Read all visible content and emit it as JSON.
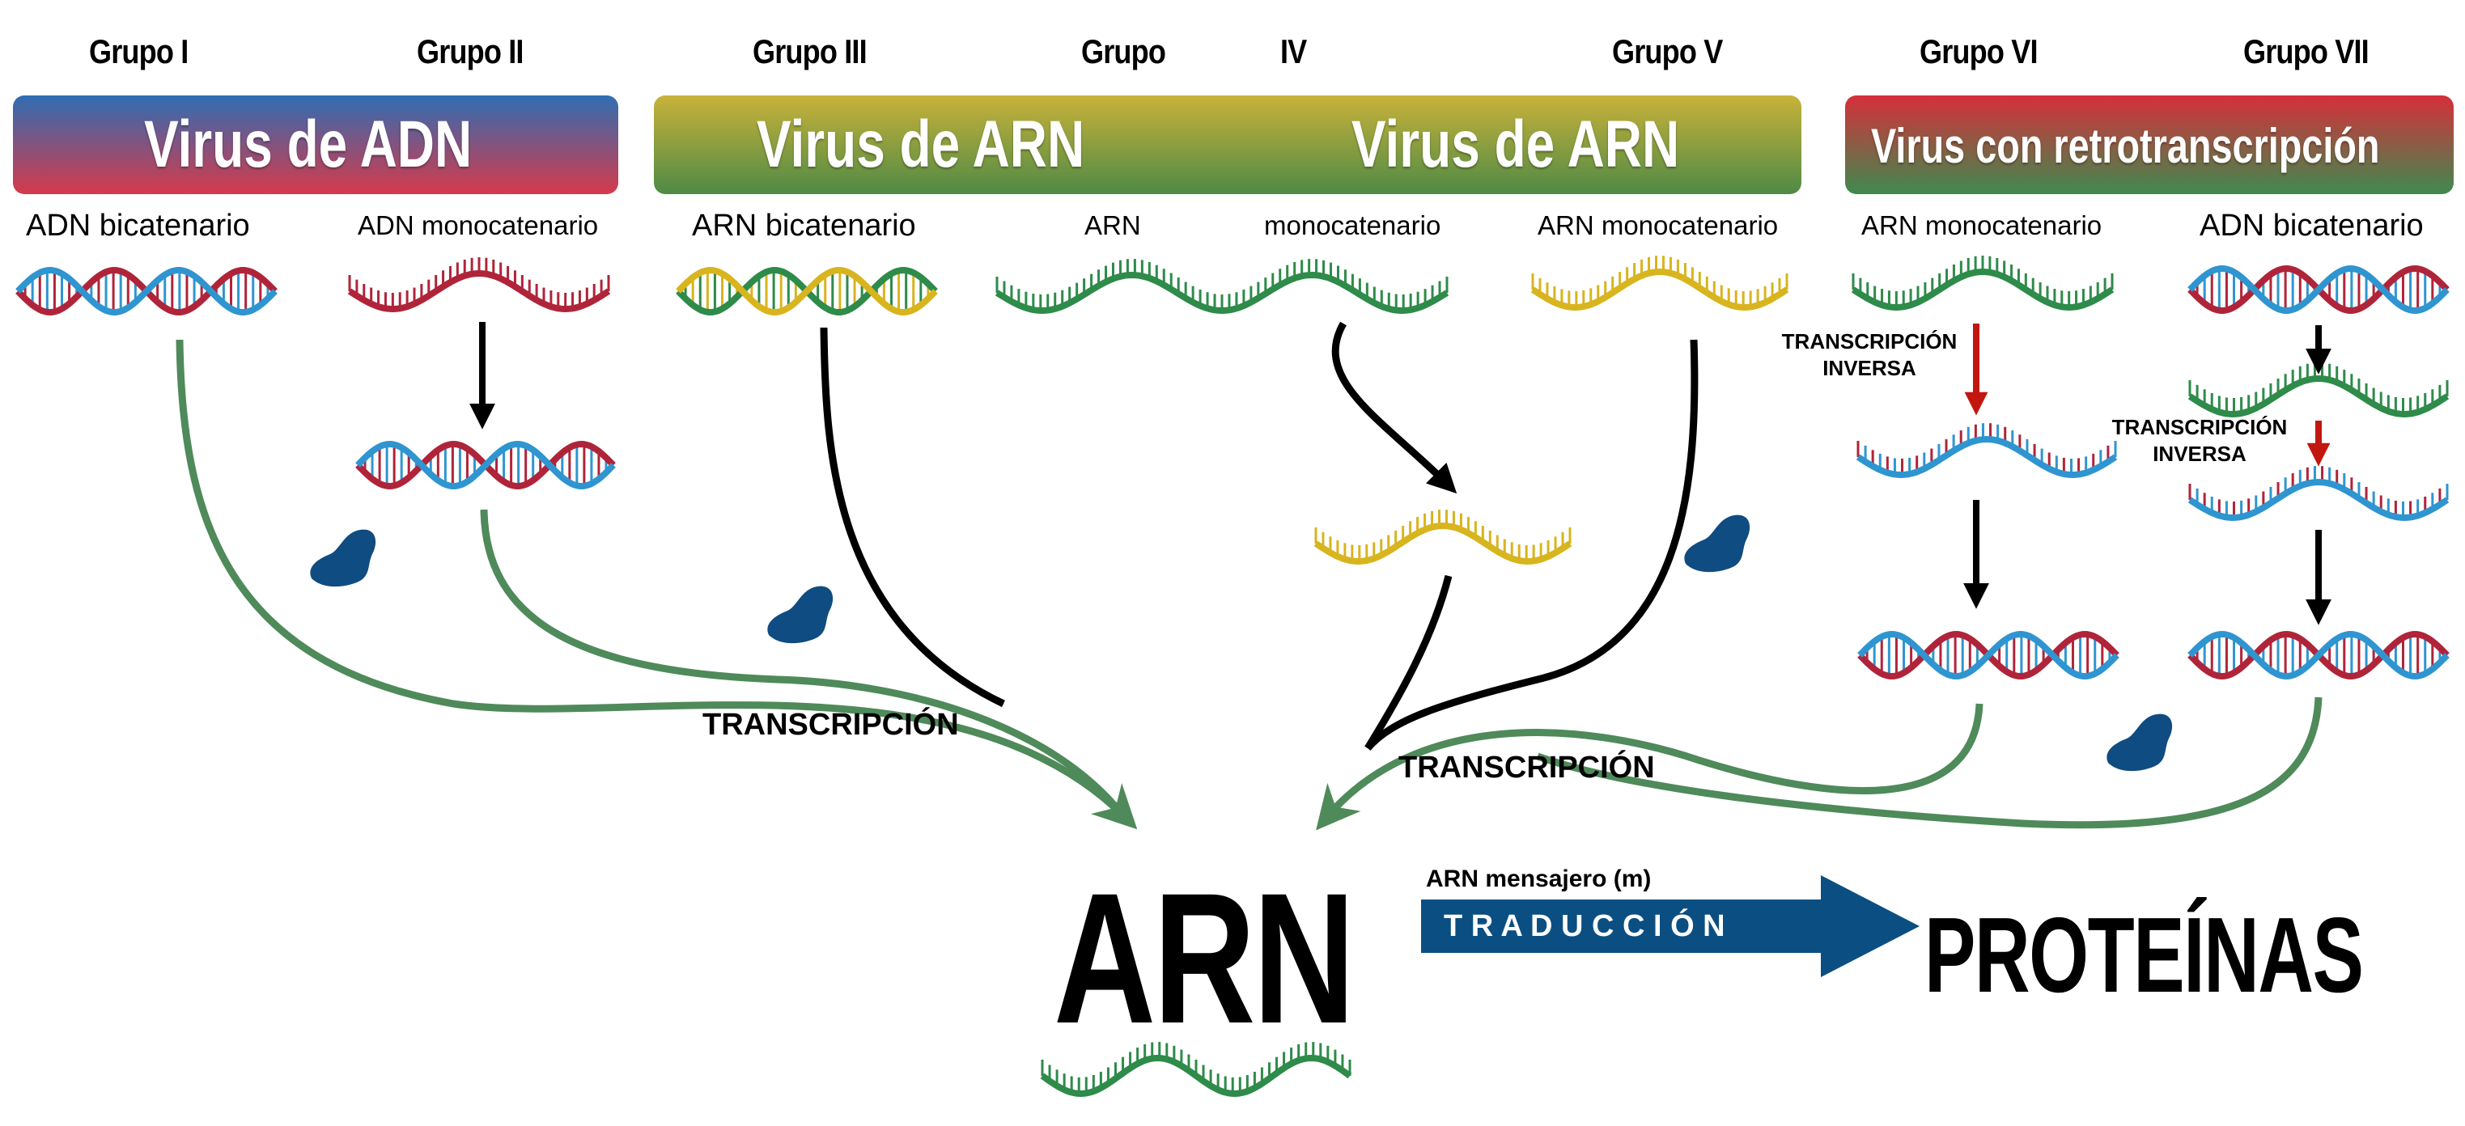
{
  "groups": {
    "g1": "Grupo I",
    "g2": "Grupo II",
    "g3": "Grupo III",
    "g4a": "Grupo",
    "g4b": "IV",
    "g5": "Grupo V",
    "g6": "Grupo VI",
    "g7": "Grupo VII"
  },
  "banners": {
    "dna": "Virus de ADN",
    "rna_left": "Virus de ARN",
    "rna_right": "Virus de ARN",
    "retro": "Virus con retrotranscripción"
  },
  "genomes": {
    "g1": "ADN bicatenario",
    "g2": "ADN monocatenario",
    "g3": "ARN bicatenario",
    "g4a": "ARN",
    "g4b": "monocatenario",
    "g5": "ARN monocatenario",
    "g6": "ARN monocatenario",
    "g7": "ADN bicatenario"
  },
  "processes": {
    "transcription_left": "TRANSCRIPCIÓN",
    "transcription_right": "TRANSCRIPCIÓN",
    "reverse_g6_line1": "TRANSCRIPCIÓN",
    "reverse_g6_line2": "INVERSA",
    "reverse_g7_line1": "TRANSCRIPCIÓN",
    "reverse_g7_line2": "INVERSA",
    "mrna": "ARN mensajero (m)",
    "translation": "T R A D U C C I Ó N"
  },
  "center": {
    "arn": "ARN",
    "proteins": "PROTEÍNAS"
  },
  "colors": {
    "dna_banner": [
      "#2f6db3",
      "#d63a4a"
    ],
    "rna_banner": [
      "#c8b23a",
      "#4f8a45"
    ],
    "retro_banner": [
      "#d62f3a",
      "#3f8a4f"
    ],
    "green_arrow": "#4f8a5a",
    "reverse_arrow": "#c1170f",
    "translation_arrow": "#0b4f82",
    "enzyme": "#0f4c81",
    "strand_red": "#b0243a",
    "strand_blue": "#2f95d0",
    "strand_green": "#2e8b4a",
    "strand_yellow": "#d8b41e"
  }
}
